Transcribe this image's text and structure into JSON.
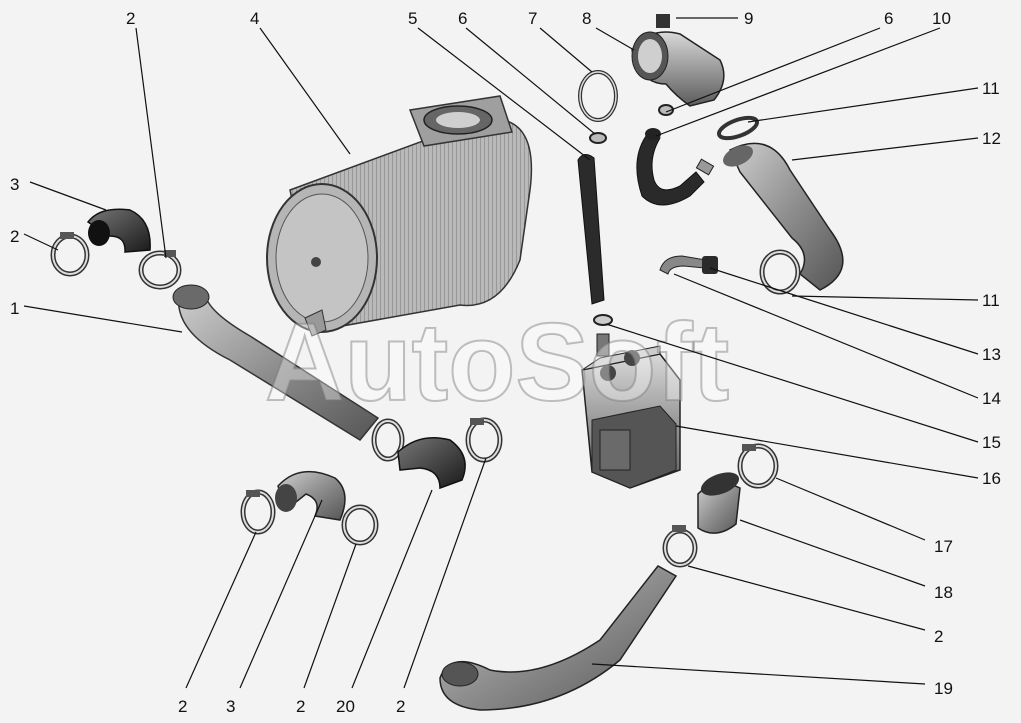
{
  "watermark": "AutoSoft",
  "callouts": {
    "c1": "1",
    "c2a": "2",
    "c2b": "2",
    "c3a": "3",
    "c4": "4",
    "c5": "5",
    "c6a": "6",
    "c7": "7",
    "c8": "8",
    "c9": "9",
    "c6b": "6",
    "c10": "10",
    "c11a": "11",
    "c12": "12",
    "c11b": "11",
    "c13": "13",
    "c14": "14",
    "c15": "15",
    "c16": "16",
    "c17": "17",
    "c18": "18",
    "c2c": "2",
    "c19": "19",
    "c2d": "2",
    "c3b": "3",
    "c2e": "2",
    "c20": "20",
    "c2f": "2"
  }
}
